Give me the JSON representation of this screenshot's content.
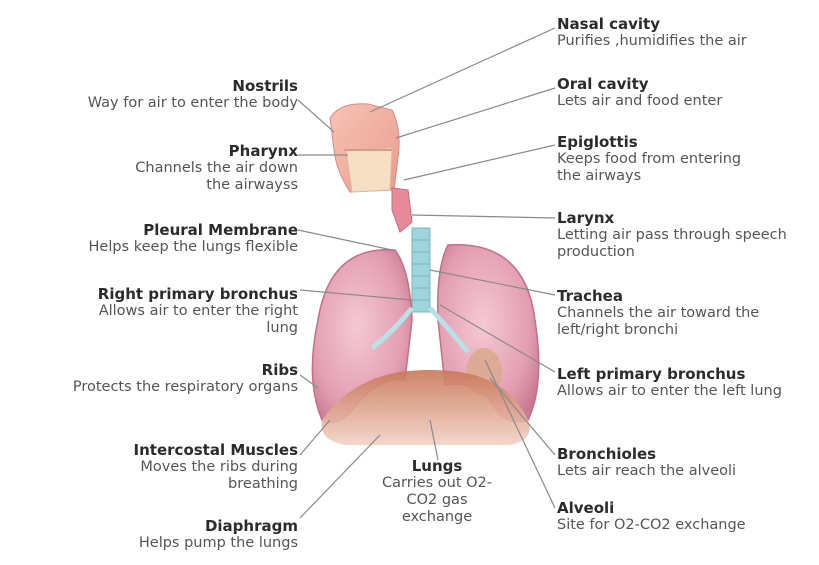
{
  "labels": {
    "nostrils": {
      "name": "Nostrils",
      "desc": "Way for air to enter the body"
    },
    "pharynx": {
      "name": "Pharynx",
      "desc": "Channels the air down the airwayss"
    },
    "pleural": {
      "name": "Pleural Membrane",
      "desc": "Helps keep the lungs flexible"
    },
    "rbronchus": {
      "name": "Right primary bronchus",
      "desc": "Allows air to enter the right lung"
    },
    "ribs": {
      "name": "Ribs",
      "desc": "Protects the respiratory organs"
    },
    "intercostal": {
      "name": "Intercostal Muscles",
      "desc": "Moves the ribs during breathing"
    },
    "diaphragm": {
      "name": "Diaphragm",
      "desc": "Helps pump the lungs"
    },
    "lungs": {
      "name": "Lungs",
      "desc": "Carries out O2-CO2 gas exchange"
    },
    "nasal": {
      "name": "Nasal cavity",
      "desc": "Purifies ,humidifies the air"
    },
    "oral": {
      "name": "Oral cavity",
      "desc": "Lets air and food enter"
    },
    "epiglottis": {
      "name": "Epiglottis",
      "desc": "Keeps food from entering the airways"
    },
    "larynx": {
      "name": "Larynx",
      "desc": "Letting air pass through speech production"
    },
    "trachea": {
      "name": "Trachea",
      "desc": "Channels the air toward the left/right bronchi"
    },
    "lbronchus": {
      "name": "Left primary bronchus",
      "desc": "Allows air to enter the left lung"
    },
    "bronchioles": {
      "name": "Bronchioles",
      "desc": "Lets air reach the alveoli"
    },
    "alveoli": {
      "name": "Alveoli",
      "desc": "Site for O2-CO2 exchange"
    }
  },
  "colors": {
    "lung": "#e6a6b8",
    "lung_dark": "#c9778f",
    "trachea": "#9ed4dc",
    "diaphragm": "#b8684c",
    "leader": "#8a8a8a"
  }
}
